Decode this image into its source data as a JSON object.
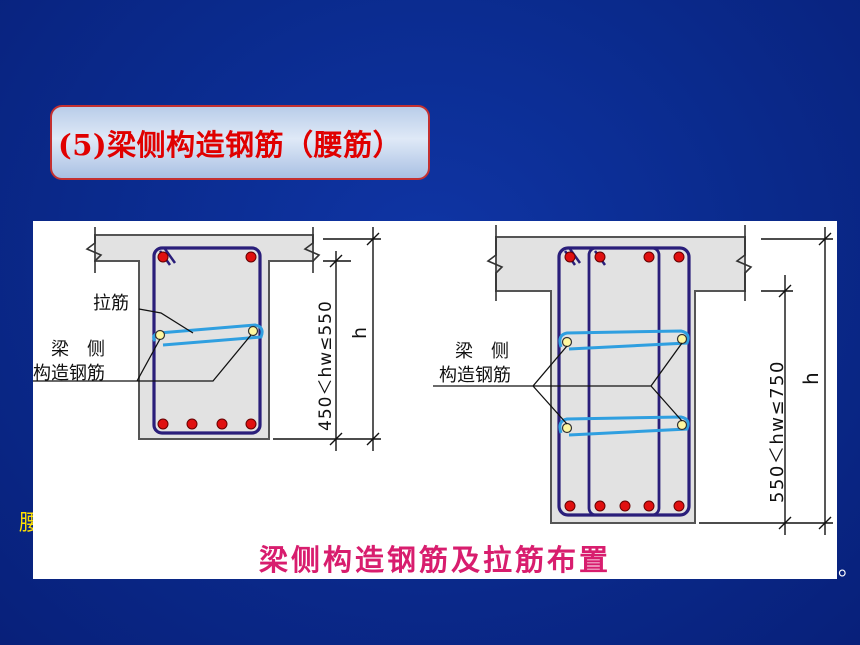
{
  "slide": {
    "title": "(5)梁侧构造钢筋（腰筋）",
    "stray_left": "腰",
    "stray_right": "。"
  },
  "figure": {
    "caption": "梁侧构造钢筋及拉筋布置",
    "left_diagram": {
      "label_tie": "拉筋",
      "label_side_line1": "梁　侧",
      "label_side_line2": "构造钢筋",
      "dim_web": "450＜hw≤550",
      "dim_h": "h"
    },
    "right_diagram": {
      "label_side_line1": "梁　侧",
      "label_side_line2": "构造钢筋",
      "dim_web": "550＜hw≤750",
      "dim_h": "h"
    },
    "colors": {
      "stirrup": "#2a1e7a",
      "side_bar": "#2f9fe0",
      "main_bar": "#e01010",
      "side_bar_dot": "#fff8a0",
      "concrete": "#e2e2e2",
      "caption": "#d81d6e"
    }
  }
}
